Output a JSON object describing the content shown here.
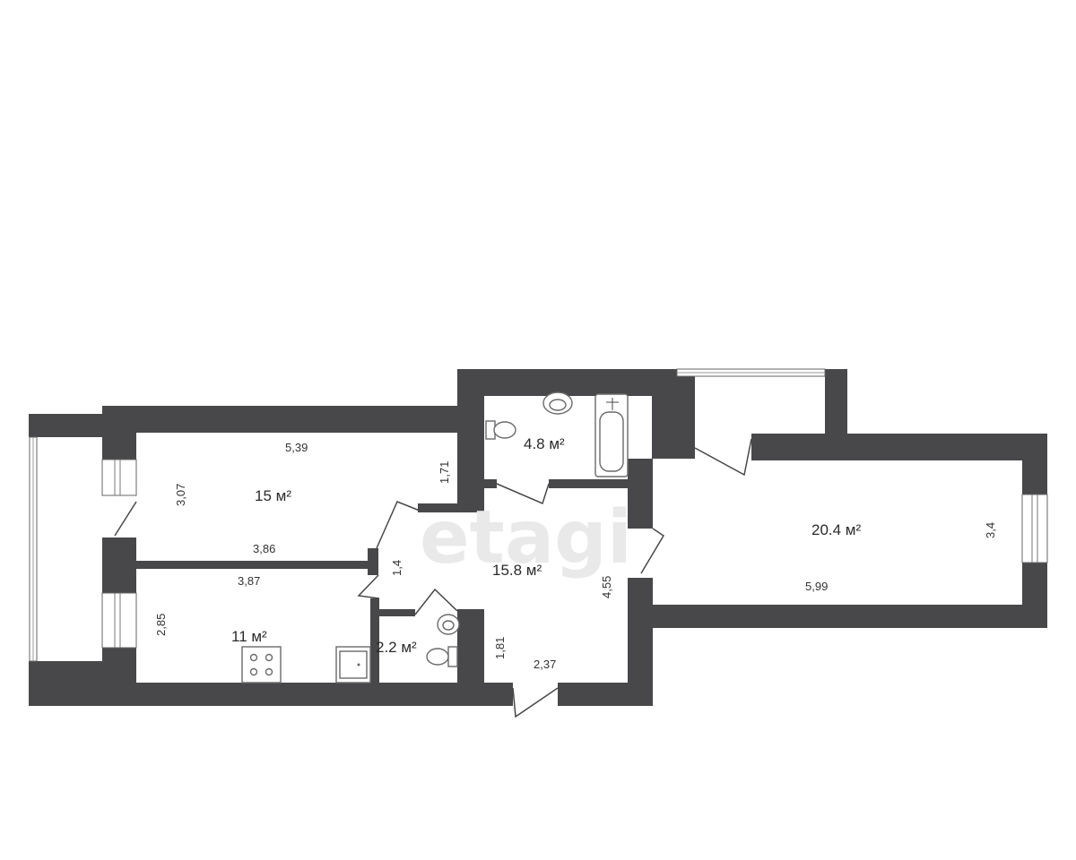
{
  "watermark": "etagi",
  "rooms": [
    {
      "id": "room-15",
      "area_label": "15 м²"
    },
    {
      "id": "room-11",
      "area_label": "11 м²"
    },
    {
      "id": "room-hall",
      "area_label": "15.8 м²"
    },
    {
      "id": "room-bath",
      "area_label": "4.8 м²"
    },
    {
      "id": "room-wc",
      "area_label": "2.2 м²"
    },
    {
      "id": "room-20",
      "area_label": "20.4 м²"
    }
  ],
  "dimensions": {
    "room15_top": "5,39",
    "room15_left": "3,07",
    "room15_right": "1,71",
    "room15_bottom": "3,86",
    "room11_top": "3,87",
    "room11_left": "2,85",
    "hall_door": "1,4",
    "hall_right": "4,55",
    "hall_bottom_left": "1,81",
    "hall_bottom": "2,37",
    "room20_bottom": "5,99",
    "room20_right": "3,4"
  },
  "colors": {
    "wall": "#48484a",
    "floor": "#ffffff",
    "watermark": "#e9e9ea"
  },
  "icons": [
    "window-icon",
    "door-icon",
    "toilet-icon",
    "sink-icon",
    "bathtub-icon",
    "stove-icon"
  ]
}
